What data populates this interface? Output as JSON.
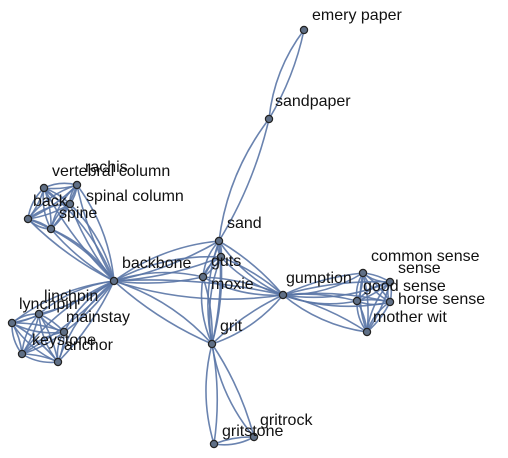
{
  "graph": {
    "style": {
      "edge_color": "#5a76a6",
      "node_color": "#5f6f86",
      "background": "#ffffff"
    },
    "nodes": [
      {
        "id": "emery_paper",
        "label": "emery paper"
      },
      {
        "id": "sandpaper",
        "label": "sandpaper"
      },
      {
        "id": "sand",
        "label": "sand"
      },
      {
        "id": "guts",
        "label": "guts"
      },
      {
        "id": "moxie",
        "label": "moxie"
      },
      {
        "id": "grit",
        "label": "grit"
      },
      {
        "id": "backbone",
        "label": "backbone"
      },
      {
        "id": "gumption",
        "label": "gumption"
      },
      {
        "id": "gritstone",
        "label": "gritstone"
      },
      {
        "id": "gritrock",
        "label": "gritrock"
      },
      {
        "id": "rachis",
        "label": "rachis"
      },
      {
        "id": "vertebral_column",
        "label": "vertebral column"
      },
      {
        "id": "spinal_column",
        "label": "spinal column"
      },
      {
        "id": "back",
        "label": "back"
      },
      {
        "id": "spine",
        "label": "spine"
      },
      {
        "id": "linchpin",
        "label": "linchpin"
      },
      {
        "id": "lynchpin",
        "label": "lynchpin"
      },
      {
        "id": "mainstay",
        "label": "mainstay"
      },
      {
        "id": "keystone",
        "label": "keystone"
      },
      {
        "id": "anchor",
        "label": "anchor"
      },
      {
        "id": "common_sense",
        "label": "common sense"
      },
      {
        "id": "sense",
        "label": "sense"
      },
      {
        "id": "good_sense",
        "label": "good sense"
      },
      {
        "id": "horse_sense",
        "label": "horse sense"
      },
      {
        "id": "mother_wit",
        "label": "mother wit"
      }
    ],
    "edges": [
      [
        "emery_paper",
        "sandpaper"
      ],
      [
        "sandpaper",
        "sand"
      ],
      [
        "sand",
        "guts"
      ],
      [
        "sand",
        "moxie"
      ],
      [
        "sand",
        "grit"
      ],
      [
        "sand",
        "backbone"
      ],
      [
        "sand",
        "gumption"
      ],
      [
        "guts",
        "moxie"
      ],
      [
        "guts",
        "grit"
      ],
      [
        "guts",
        "backbone"
      ],
      [
        "guts",
        "gumption"
      ],
      [
        "moxie",
        "grit"
      ],
      [
        "moxie",
        "backbone"
      ],
      [
        "moxie",
        "gumption"
      ],
      [
        "grit",
        "backbone"
      ],
      [
        "grit",
        "gumption"
      ],
      [
        "grit",
        "gritstone"
      ],
      [
        "grit",
        "gritrock"
      ],
      [
        "gritstone",
        "gritrock"
      ],
      [
        "backbone",
        "gumption"
      ],
      [
        "backbone",
        "rachis"
      ],
      [
        "backbone",
        "vertebral_column"
      ],
      [
        "backbone",
        "spinal_column"
      ],
      [
        "backbone",
        "back"
      ],
      [
        "backbone",
        "spine"
      ],
      [
        "rachis",
        "vertebral_column"
      ],
      [
        "rachis",
        "spinal_column"
      ],
      [
        "rachis",
        "back"
      ],
      [
        "rachis",
        "spine"
      ],
      [
        "vertebral_column",
        "spinal_column"
      ],
      [
        "vertebral_column",
        "back"
      ],
      [
        "vertebral_column",
        "spine"
      ],
      [
        "spinal_column",
        "back"
      ],
      [
        "spinal_column",
        "spine"
      ],
      [
        "back",
        "spine"
      ],
      [
        "backbone",
        "linchpin"
      ],
      [
        "backbone",
        "lynchpin"
      ],
      [
        "backbone",
        "mainstay"
      ],
      [
        "backbone",
        "keystone"
      ],
      [
        "backbone",
        "anchor"
      ],
      [
        "linchpin",
        "lynchpin"
      ],
      [
        "linchpin",
        "mainstay"
      ],
      [
        "linchpin",
        "keystone"
      ],
      [
        "linchpin",
        "anchor"
      ],
      [
        "lynchpin",
        "mainstay"
      ],
      [
        "lynchpin",
        "keystone"
      ],
      [
        "lynchpin",
        "anchor"
      ],
      [
        "mainstay",
        "keystone"
      ],
      [
        "mainstay",
        "anchor"
      ],
      [
        "keystone",
        "anchor"
      ],
      [
        "gumption",
        "common_sense"
      ],
      [
        "gumption",
        "sense"
      ],
      [
        "gumption",
        "good_sense"
      ],
      [
        "gumption",
        "horse_sense"
      ],
      [
        "gumption",
        "mother_wit"
      ],
      [
        "common_sense",
        "sense"
      ],
      [
        "common_sense",
        "good_sense"
      ],
      [
        "common_sense",
        "horse_sense"
      ],
      [
        "common_sense",
        "mother_wit"
      ],
      [
        "sense",
        "good_sense"
      ],
      [
        "sense",
        "horse_sense"
      ],
      [
        "sense",
        "mother_wit"
      ],
      [
        "good_sense",
        "horse_sense"
      ],
      [
        "good_sense",
        "mother_wit"
      ],
      [
        "horse_sense",
        "mother_wit"
      ]
    ]
  }
}
